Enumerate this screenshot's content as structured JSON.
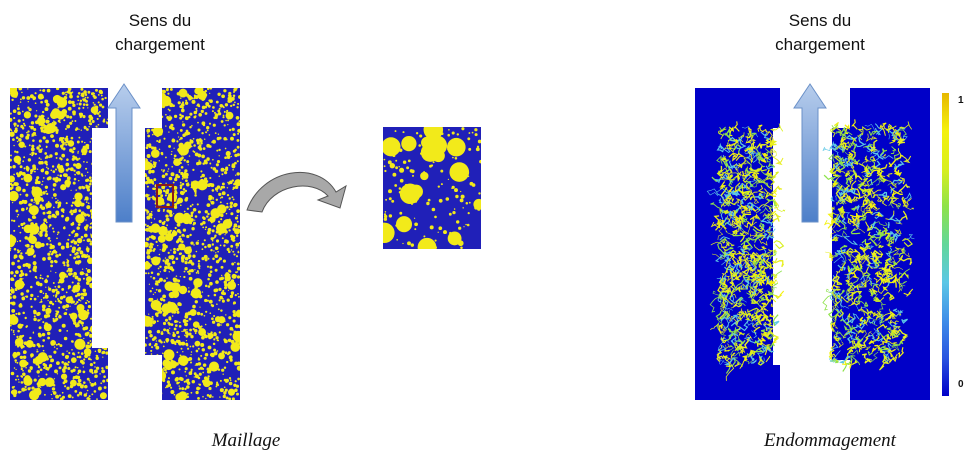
{
  "left_panel": {
    "load_label": "Sens du\nchargement",
    "caption": "Maillage"
  },
  "right_panel": {
    "load_label": "Sens du\nchargement",
    "caption": "Endommagement",
    "colorbar": {
      "max_label": "1",
      "min_label": "0"
    }
  },
  "colors": {
    "matrix": "#2020b8",
    "aggregate": "#f2ea1a",
    "arrow_fill": "#7fa8dc",
    "zoom_arrow": "#a8a8a8",
    "zoom_box": "#8b1a1a",
    "colorbar_stops": [
      "#0000c8",
      "#2a55e0",
      "#3f8ee8",
      "#5cc7e6",
      "#62d79a",
      "#8ee24a",
      "#d9ef1e",
      "#f4f10f",
      "#e6b800"
    ]
  }
}
